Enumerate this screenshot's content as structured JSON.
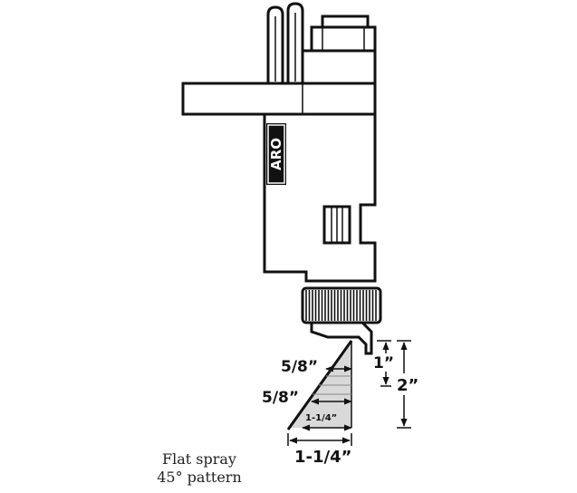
{
  "logo": "ARO",
  "dimensions": {
    "vertical_short": "1”",
    "vertical_long": "2”",
    "width_top": "5/8”",
    "width_middle": "5/8”",
    "width_inner": "1-1/4”",
    "width_bottom": "1-1/4”"
  },
  "caption": {
    "line1": "Flat spray",
    "line2": "45° pattern"
  }
}
